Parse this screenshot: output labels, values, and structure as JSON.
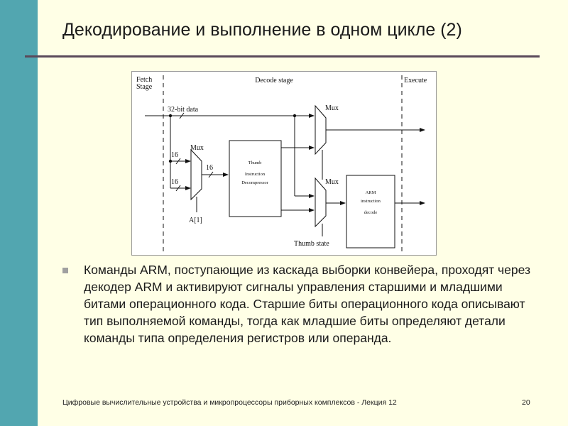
{
  "title": "Декодирование и выполнение в одном цикле (2)",
  "diagram": {
    "fetch_stage": [
      "Fetch",
      "Stage"
    ],
    "decode_stage": "Decode stage",
    "execute": "Execute",
    "data_32bit": "32-bit data",
    "mux": "Mux",
    "bits16": "16",
    "a1": "A[1]",
    "thumb_box": [
      "Thumb",
      "Instruction",
      "Decompressor"
    ],
    "arm_box": [
      "ARM",
      "instruction",
      "decode"
    ],
    "thumb_state": "Thumb state"
  },
  "bullet": "Команды ARM, поступающие из каскада выборки конвейера, проходят через декодер ARM и активируют сигналы управления старшими и младшими битами операционного кода. Старшие биты операционного кода описывают тип выполняемой команды, тогда как младшие биты определяют детали команды типа определения регистров или операнда.",
  "footer": "Цифровые вычислительные устройства и микропроцессоры приборных комплексов - Лекция 12",
  "page_number": "20"
}
